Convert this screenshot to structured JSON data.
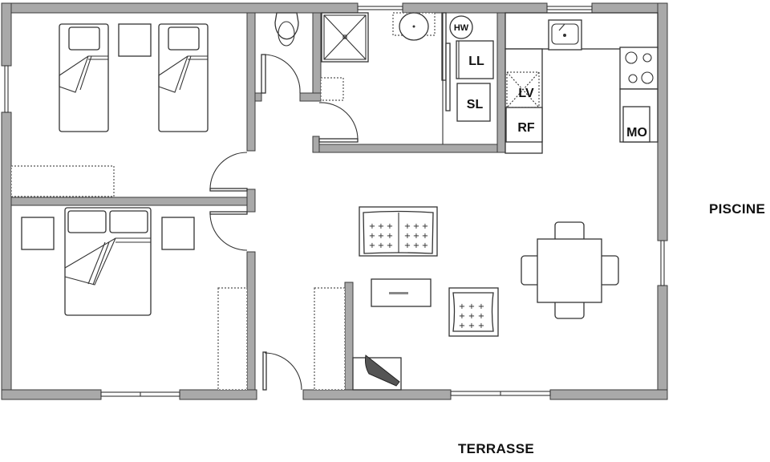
{
  "plan": {
    "outside_labels": {
      "right": "PISCINE",
      "bottom": "TERRASSE"
    },
    "appliance_labels": {
      "water_heater": "HW",
      "dishwasher_like_LL": "LL",
      "dryer_SL": "SL",
      "dishwasher_LV": "LV",
      "fridge": "RF",
      "microwave": "MO"
    },
    "rooms": [
      {
        "name": "bedroom-1",
        "furniture": [
          "single-bed",
          "nightstand",
          "single-bed",
          "wardrobe"
        ]
      },
      {
        "name": "bedroom-2",
        "furniture": [
          "double-bed",
          "nightstand",
          "nightstand",
          "wardrobe"
        ]
      },
      {
        "name": "toilet",
        "furniture": [
          "wc"
        ]
      },
      {
        "name": "bathroom",
        "furniture": [
          "shower",
          "sink",
          "cabinet",
          "water-heater",
          "washing-machine",
          "dryer"
        ]
      },
      {
        "name": "kitchen",
        "furniture": [
          "sink",
          "cooktop",
          "dishwasher",
          "fridge",
          "microwave"
        ]
      },
      {
        "name": "living-room",
        "furniture": [
          "sofa",
          "coffee-table",
          "armchair",
          "tv-unit",
          "dining-table",
          "chairs"
        ]
      }
    ],
    "colors": {
      "wall": "#a9a9a9",
      "wall_outline": "#3a3a3a",
      "line": "#333333",
      "background": "#ffffff"
    }
  }
}
